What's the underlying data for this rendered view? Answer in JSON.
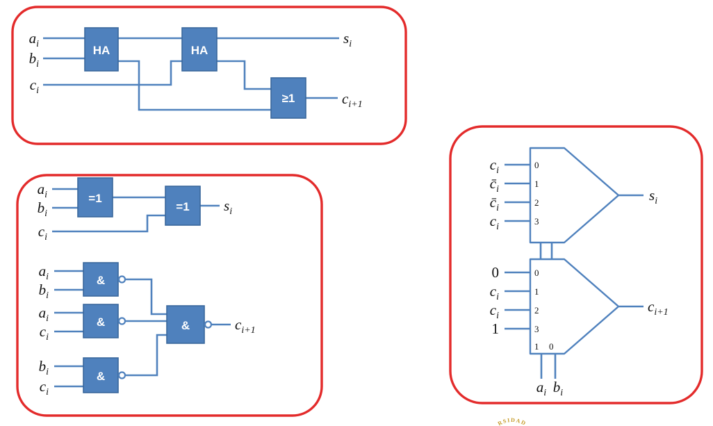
{
  "colors": {
    "gate_fill": "#4f81bd",
    "gate_border": "#3a689c",
    "wire": "#4f81bd",
    "frame": "#e32b2b",
    "label": "#111111",
    "gate_text": "#ffffff",
    "logo_gold": "#c59a27"
  },
  "adder_ha": {
    "inputs": [
      {
        "base": "a",
        "sub": "i"
      },
      {
        "base": "b",
        "sub": "i"
      },
      {
        "base": "c",
        "sub": "i"
      }
    ],
    "gates": [
      {
        "label": "HA"
      },
      {
        "label": "HA"
      },
      {
        "label": "≥1"
      }
    ],
    "outputs": [
      {
        "base": "s",
        "sub": "i"
      },
      {
        "base": "c",
        "sub": "i+1"
      }
    ]
  },
  "adder_gates": {
    "xor_inputs": [
      {
        "base": "a",
        "sub": "i"
      },
      {
        "base": "b",
        "sub": "i"
      },
      {
        "base": "c",
        "sub": "i"
      }
    ],
    "xor_gates": [
      {
        "label": "=1"
      },
      {
        "label": "=1"
      }
    ],
    "sum_output": {
      "base": "s",
      "sub": "i"
    },
    "nand_inputs": [
      {
        "base": "a",
        "sub": "i"
      },
      {
        "base": "b",
        "sub": "i"
      },
      {
        "base": "a",
        "sub": "i"
      },
      {
        "base": "c",
        "sub": "i"
      },
      {
        "base": "b",
        "sub": "i"
      },
      {
        "base": "c",
        "sub": "i"
      }
    ],
    "nand_gates": [
      {
        "label": "&"
      },
      {
        "label": "&"
      },
      {
        "label": "&"
      },
      {
        "label": "&"
      }
    ],
    "carry_output": {
      "base": "c",
      "sub": "i+1"
    }
  },
  "adder_mux": {
    "sum_mux": {
      "ports": [
        "0",
        "1",
        "2",
        "3"
      ],
      "inputs": [
        {
          "base": "c",
          "sub": "i"
        },
        {
          "base": "c̄",
          "sub": "i"
        },
        {
          "base": "c̄",
          "sub": "i"
        },
        {
          "base": "c",
          "sub": "i"
        }
      ],
      "output": {
        "base": "s",
        "sub": "i"
      }
    },
    "carry_mux": {
      "ports": [
        "0",
        "1",
        "2",
        "3"
      ],
      "inputs": [
        {
          "base": "0",
          "sub": ""
        },
        {
          "base": "c",
          "sub": "i"
        },
        {
          "base": "c",
          "sub": "i"
        },
        {
          "base": "1",
          "sub": ""
        }
      ],
      "select_ports": [
        "1",
        "0"
      ],
      "select_inputs": [
        {
          "base": "a",
          "sub": "i"
        },
        {
          "base": "b",
          "sub": "i"
        }
      ],
      "output": {
        "base": "c",
        "sub": "i+1"
      }
    }
  },
  "logo": {
    "text": "RSIDAD"
  }
}
